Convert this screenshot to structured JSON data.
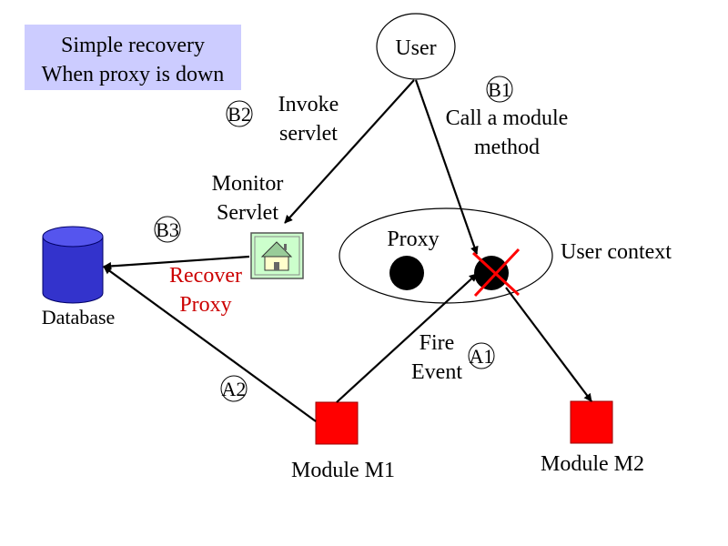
{
  "title": {
    "line1": "Simple recovery",
    "line2": "When proxy is down"
  },
  "nodes": {
    "user": "User",
    "proxy": "Proxy",
    "user_context": "User context",
    "database": "Database",
    "monitor_servlet": {
      "line1": "Monitor",
      "line2": "Servlet"
    },
    "module_m1": "Module M1",
    "module_m2": "Module M2"
  },
  "edges": {
    "invoke_servlet": {
      "line1": "Invoke",
      "line2": "servlet"
    },
    "call_module_method": {
      "line1": "Call a module",
      "line2": "method"
    },
    "recover_proxy": {
      "line1": "Recover",
      "line2": "Proxy"
    },
    "fire_event": {
      "line1": "Fire",
      "line2": "Event"
    }
  },
  "step_badges": {
    "b1": "B1",
    "b2": "B2",
    "b3": "B3",
    "a1": "A1",
    "a2": "A2"
  },
  "colors": {
    "title_box": "#ccccff",
    "database": "#3333cc",
    "module": "#ff0000",
    "servlet_box": "#ccffcc",
    "failure_cross": "#ff0000",
    "recover_text": "#cc0000"
  }
}
